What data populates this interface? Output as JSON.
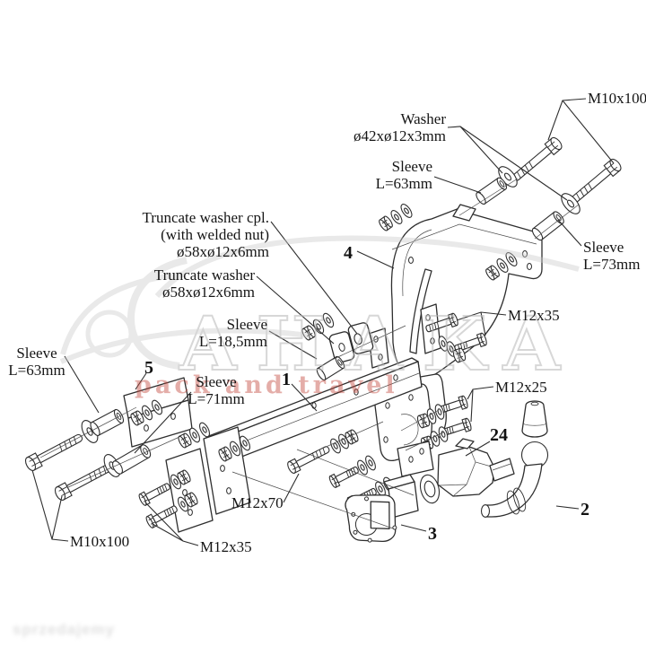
{
  "canvas": {
    "background": "#ffffff",
    "ink": "#2e2e2e"
  },
  "watermark": {
    "brand": "AHAKA",
    "slogan": "pack and travel",
    "corner_text": "sprzedajemy",
    "brand_color": "#bdbdbd",
    "slogan_color": "#c2453a"
  },
  "part_numbers": {
    "crossbar": "1",
    "towball": "2",
    "socket_plate": "3",
    "top_bracket": "4",
    "side_plate": "5",
    "coupling": "24"
  },
  "labels": {
    "m10x100_top": "M10x100",
    "washer": {
      "l1": "Washer",
      "l2": "ø42xø12x3mm"
    },
    "sleeve_63_top": {
      "l1": "Sleeve",
      "l2": "L=63mm"
    },
    "sleeve_73": {
      "l1": "Sleeve",
      "l2": "L=73mm"
    },
    "truncate_cpl": {
      "l1": "Truncate washer cpl.",
      "l2": "(with welded nut)",
      "l3": "ø58xø12x6mm"
    },
    "truncate": {
      "l1": "Truncate washer",
      "l2": "ø58xø12x6mm"
    },
    "sleeve_185": {
      "l1": "Sleeve",
      "l2": "L=18,5mm"
    },
    "sleeve_63_left": {
      "l1": "Sleeve",
      "l2": "L=63mm"
    },
    "sleeve_71": {
      "l1": "Sleeve",
      "l2": "L=71mm"
    },
    "m12x35_right": "M12x35",
    "m12x25": "M12x25",
    "m12x70": "M12x70",
    "m10x100_bottom": "M10x100",
    "m12x35_bottom": "M12x35"
  }
}
